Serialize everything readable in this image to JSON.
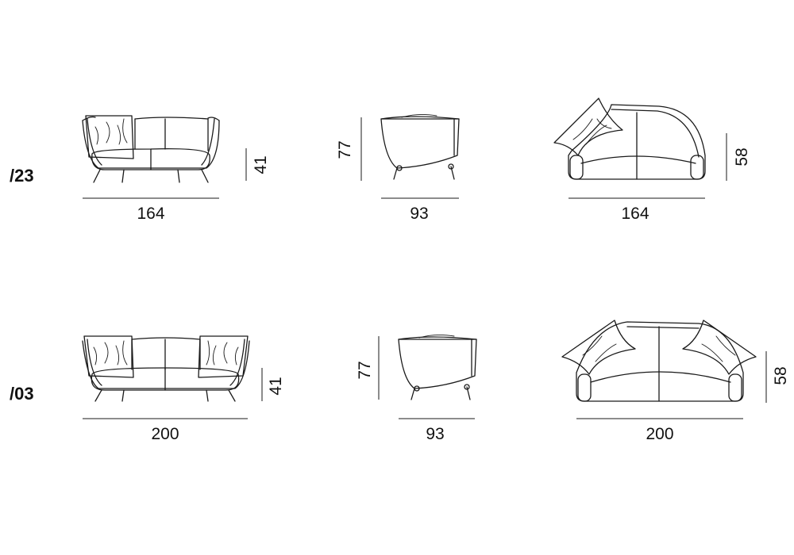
{
  "models": [
    {
      "code": "/23",
      "front": {
        "width": "164",
        "seat_height": "41"
      },
      "side": {
        "height": "77",
        "depth": "93"
      },
      "top": {
        "width": "164",
        "depth": "58"
      }
    },
    {
      "code": "/03",
      "front": {
        "width": "200",
        "seat_height": "41"
      },
      "side": {
        "height": "77",
        "depth": "93"
      },
      "top": {
        "width": "200",
        "depth": "58"
      }
    }
  ]
}
